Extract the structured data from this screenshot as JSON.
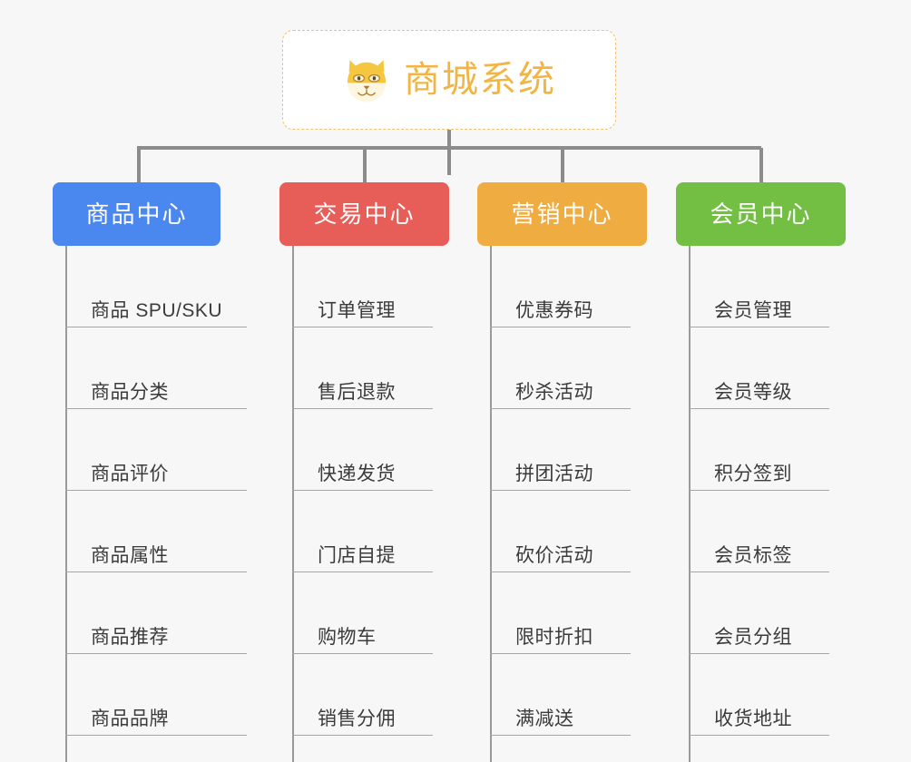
{
  "root": {
    "icon": "shiba-dog-face-icon",
    "title": "商城系统"
  },
  "colors": {
    "background": "#f7f7f7",
    "root_border": "#f0c070",
    "root_text": "#f2b544",
    "connector": "#8c8c8c",
    "spine": "#9a9a9a",
    "rule": "#a6a6a6",
    "leaf_text": "#3b3b3b",
    "product_center": "#4a88f0",
    "trade_center": "#e75d58",
    "marketing_center": "#eeac41",
    "member_center": "#72bf44"
  },
  "columns": [
    {
      "id": "product-center",
      "label": "商品中心",
      "color": "#4a88f0",
      "items": [
        "商品 SPU/SKU",
        "商品分类",
        "商品评价",
        "商品属性",
        "商品推荐",
        "商品品牌"
      ]
    },
    {
      "id": "trade-center",
      "label": "交易中心",
      "color": "#e75d58",
      "items": [
        "订单管理",
        "售后退款",
        "快递发货",
        "门店自提",
        "购物车",
        "销售分佣"
      ]
    },
    {
      "id": "marketing-center",
      "label": "营销中心",
      "color": "#eeac41",
      "items": [
        "优惠券码",
        "秒杀活动",
        "拼团活动",
        "砍价活动",
        "限时折扣",
        "满减送"
      ]
    },
    {
      "id": "member-center",
      "label": "会员中心",
      "color": "#72bf44",
      "items": [
        "会员管理",
        "会员等级",
        "积分签到",
        "会员标签",
        "会员分组",
        "收货地址"
      ]
    }
  ]
}
